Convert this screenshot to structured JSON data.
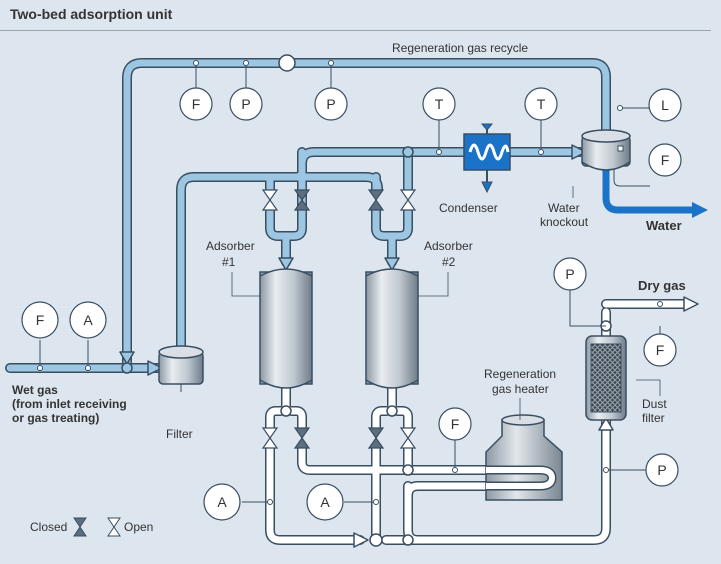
{
  "title": "Two-bed adsorption unit",
  "labels": {
    "regen_recycle": "Regeneration gas recycle",
    "adsorber1_line1": "Adsorber",
    "adsorber1_line2": "#1",
    "adsorber2_line1": "Adsorber",
    "adsorber2_line2": "#2",
    "condenser": "Condenser",
    "water_knockout_line1": "Water",
    "water_knockout_line2": "knockout",
    "water": "Water",
    "dry_gas": "Dry gas",
    "wet_gas_line1": "Wet gas",
    "wet_gas_line2": "(from inlet receiving",
    "wet_gas_line3": "or gas treating)",
    "filter": "Filter",
    "regen_heater_line1": "Regeneration",
    "regen_heater_line2": "gas heater",
    "dust_filter_line1": "Dust",
    "dust_filter_line2": "filter"
  },
  "instruments": {
    "recycle_flow": "F",
    "recycle_pressure_1": "P",
    "recycle_pressure_2": "P",
    "condenser_in_temp": "T",
    "condenser_out_temp": "T",
    "knockout_level": "L",
    "water_flow": "F",
    "inlet_flow": "F",
    "inlet_analyzer": "A",
    "dry_gas_pressure": "P",
    "dry_gas_flow": "F",
    "heater_flow": "F",
    "bed_outlet_pressure": "P",
    "analyzer_1": "A",
    "analyzer_2": "A"
  },
  "legend": {
    "closed": "Closed",
    "open": "Open"
  },
  "colors": {
    "background": "#dde6ef",
    "pipe_blue": "#9cc6e2",
    "pipe_outline": "#3a4e62",
    "pipe_white": "#ffffff",
    "water_outlet": "#1a72c9",
    "valve_closed": "#5c6e7f",
    "instrument_fill": "#ffffff",
    "vessel_gray": "#c5ccd3"
  }
}
